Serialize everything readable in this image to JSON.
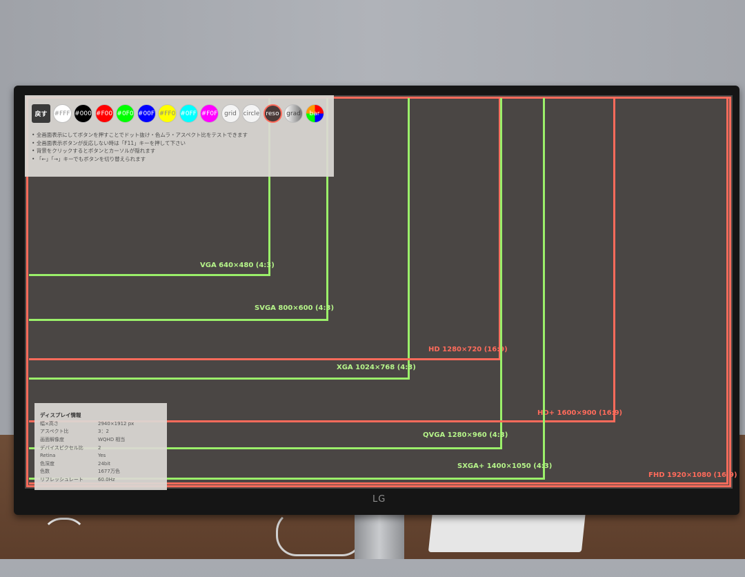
{
  "toolbar": {
    "buttons": [
      {
        "label": "戻す",
        "bg": "#3a3a3a",
        "fg": "#ffffff"
      },
      {
        "label": "#FFF",
        "bg": "#ffffff",
        "fg": "#999999"
      },
      {
        "label": "#000",
        "bg": "#000000",
        "fg": "#ffffff"
      },
      {
        "label": "#F00",
        "bg": "#ff0000",
        "fg": "#ffffff"
      },
      {
        "label": "#0F0",
        "bg": "#00ff00",
        "fg": "#ffffff"
      },
      {
        "label": "#00F",
        "bg": "#0000ff",
        "fg": "#ffffff"
      },
      {
        "label": "#FF0",
        "bg": "#ffff00",
        "fg": "#888888"
      },
      {
        "label": "#0FF",
        "bg": "#00ffff",
        "fg": "#ffffff"
      },
      {
        "label": "#F0F",
        "bg": "#ff00ff",
        "fg": "#ffffff"
      },
      {
        "label": "grid",
        "bg": "#f4f4f4",
        "fg": "#666666"
      },
      {
        "label": "circle",
        "bg": "#f4f4f4",
        "fg": "#666666"
      },
      {
        "label": "reso",
        "bg": "#4a3a38",
        "fg": "#ffffff"
      },
      {
        "label": "grad",
        "bg": "#d8d8d8",
        "fg": "#444444"
      },
      {
        "label": "bar",
        "bg": "#ff9900",
        "fg": "#ffffff"
      }
    ],
    "notes": [
      "全画面表示にしてボタンを押すことでドット抜け・色ムラ・アスペクト比をテストできます",
      "全画面表示ボタンが反応しない時は「F11」キーを押して下さい",
      "背景をクリックするとボタンとカーソルが隠れます",
      "「←」「→」キーでもボタンを切り替えられます"
    ]
  },
  "resolutions": [
    {
      "label": "VGA 640×480 (4:3)",
      "color": "green"
    },
    {
      "label": "SVGA 800×600 (4:3)",
      "color": "green"
    },
    {
      "label": "XGA 1024×768 (4:3)",
      "color": "green"
    },
    {
      "label": "HD 1280×720 (16:9)",
      "color": "red"
    },
    {
      "label": "QVGA 1280×960 (4:3)",
      "color": "green"
    },
    {
      "label": "HD+ 1600×900 (16:9)",
      "color": "red"
    },
    {
      "label": "SXGA+ 1400×1050 (4:3)",
      "color": "green"
    },
    {
      "label": "FHD 1920×1080 (16:9)",
      "color": "red"
    }
  ],
  "display_info": {
    "title": "ディスプレイ情報",
    "rows": [
      {
        "key": "幅×高さ",
        "value": "2940×1912 px"
      },
      {
        "key": "アスペクト比",
        "value": "3：2"
      },
      {
        "key": "画面解像度",
        "value": "WQHD 相当"
      },
      {
        "key": "デバイスピクセル比",
        "value": "2"
      },
      {
        "key": "Retina",
        "value": "Yes"
      },
      {
        "key": "色深度",
        "value": "24bit"
      },
      {
        "key": "色数",
        "value": "1677万色"
      },
      {
        "key": "リフレッシュレート",
        "value": "60.0Hz"
      }
    ]
  },
  "monitor_brand": "LG"
}
